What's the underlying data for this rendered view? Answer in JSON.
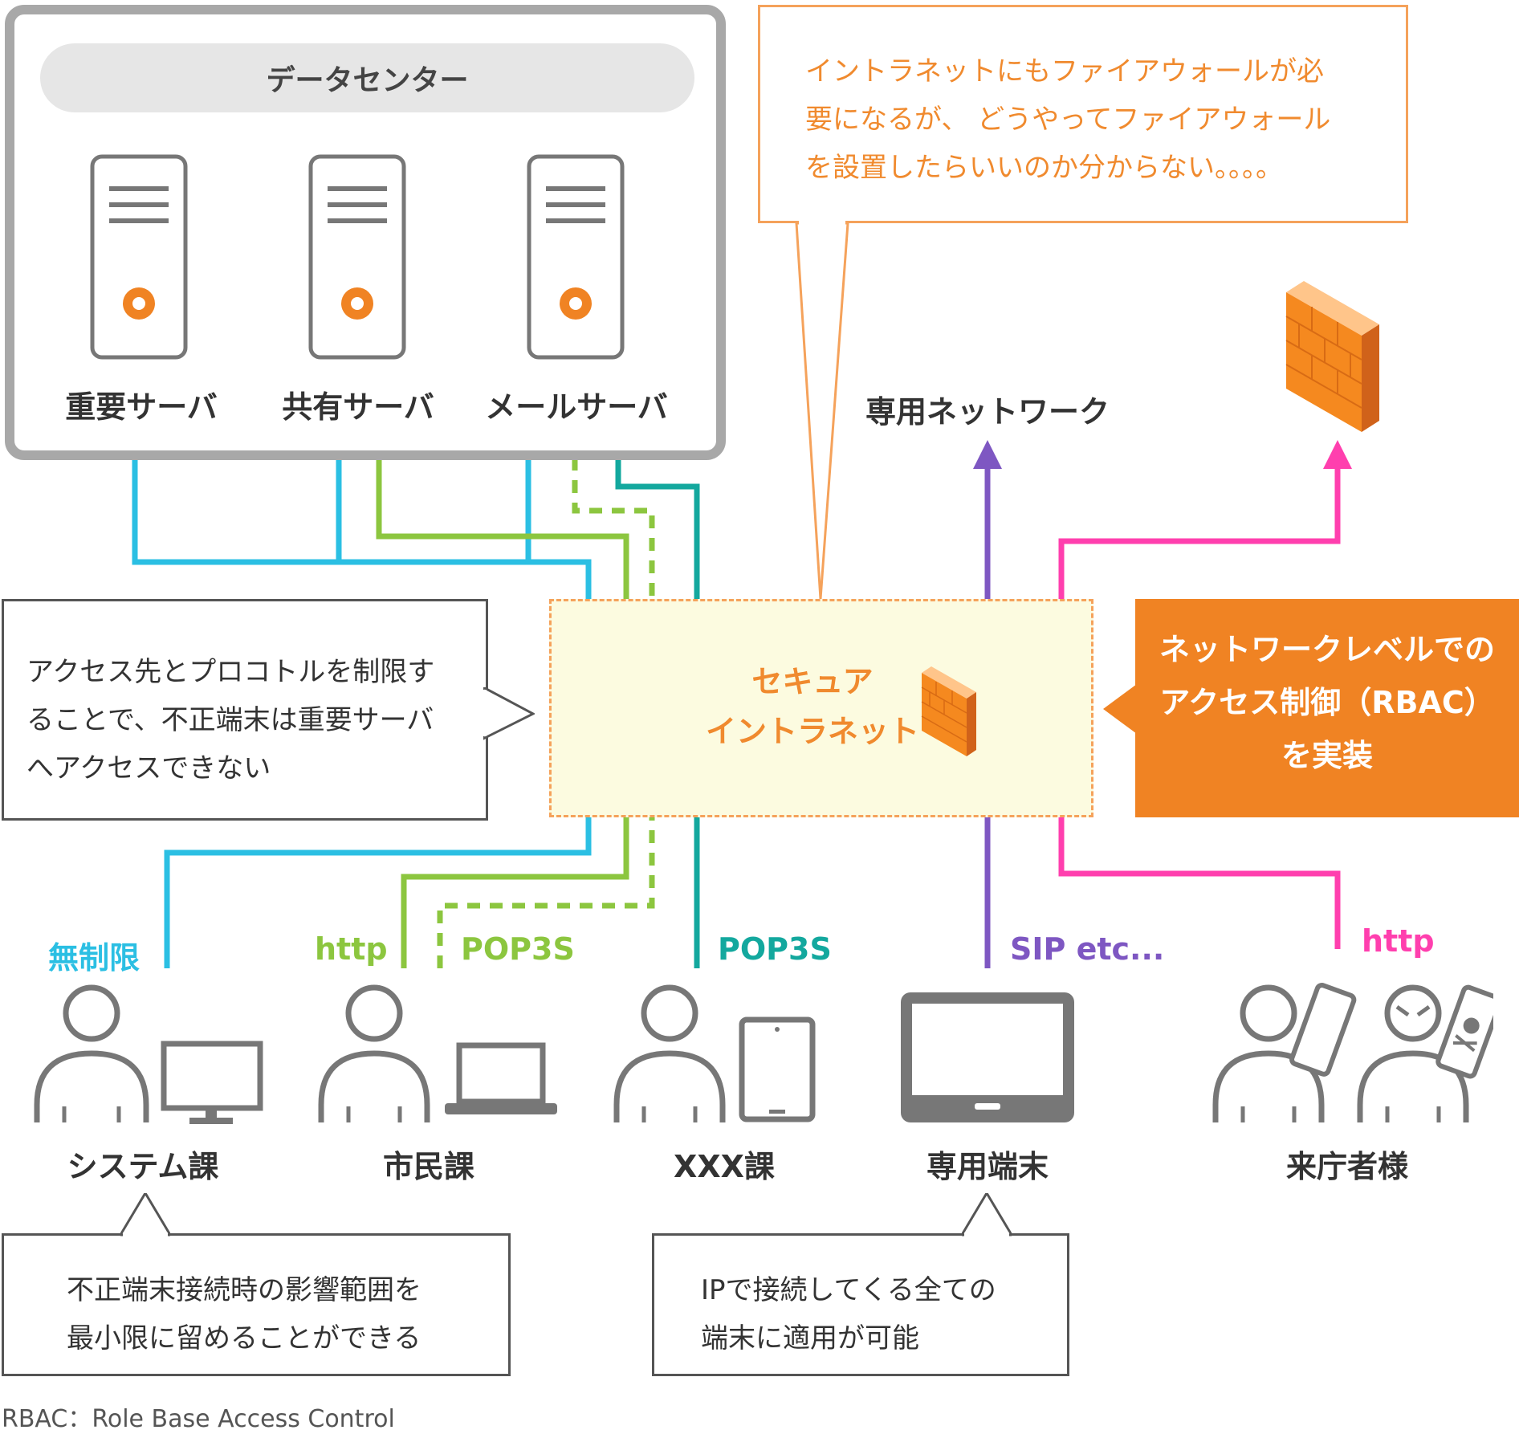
{
  "datacenter": {
    "title": "データセンター",
    "servers": [
      "重要サーバ",
      "共有サーバ",
      "メールサーバ"
    ]
  },
  "top_note": {
    "lines": [
      "イントラネットにもファイアウォールが必",
      "要になるが、 どうやってファイアウォール",
      "を設置したらいいのか分からない。。。。"
    ]
  },
  "network_label": "専用ネットワーク",
  "left_note": {
    "lines": [
      "アクセス先とプロコトルを制限す",
      "ることで、不正端末は重要サーバ",
      "へアクセスできない"
    ]
  },
  "secure_intranet": {
    "line1": "セキュア",
    "line2": "イントラネット"
  },
  "rbac_note": {
    "lines": [
      "ネットワークレベルでの",
      "アクセス制御（RBAC）",
      "を実装"
    ]
  },
  "protocols": {
    "unrestricted": "無制限",
    "http1": "http",
    "pop3s1": "POP3S",
    "pop3s2": "POP3S",
    "sip": "SIP etc...",
    "http2": "http"
  },
  "users": [
    "システム課",
    "市民課",
    "XXX課",
    "専用端末",
    "来庁者様"
  ],
  "bottom_note_left": {
    "lines": [
      "不正端末接続時の影響範囲を",
      "最小限に留めることができる"
    ]
  },
  "bottom_note_right": {
    "lines": [
      "IPで接続してくる全ての",
      "端末に適用が可能"
    ]
  },
  "footer": "RBAC：Role Base Access Control",
  "colors": {
    "cyan": "#2bbfe3",
    "green": "#8cc63f",
    "teal": "#13a89e",
    "purple": "#7e57c2",
    "pink": "#ff3fae",
    "orange": "#f08323",
    "gray": "#777777"
  }
}
